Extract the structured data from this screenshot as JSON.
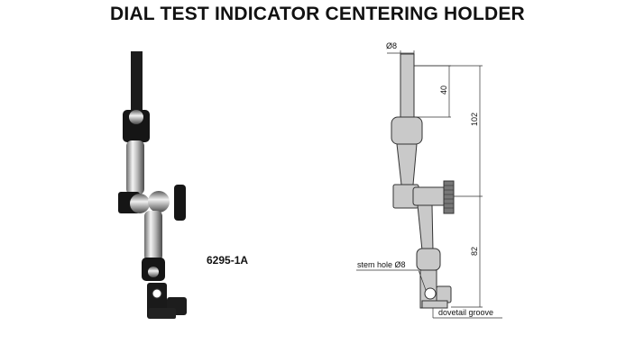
{
  "title": "DIAL TEST INDICATOR CENTERING HOLDER",
  "model": "6295-1A",
  "drawing": {
    "dia_label": "Ø8",
    "dim_top": "40",
    "dim_total": "102",
    "dim_bottom": "82",
    "stem_hole": "stem hole Ø8",
    "dovetail": "dovetail groove"
  },
  "colors": {
    "part_fill": "#c9c9c9",
    "part_dark": "#7a7a7a",
    "photo_black": "#1a1a1a",
    "chrome": "#d8d8d8"
  }
}
